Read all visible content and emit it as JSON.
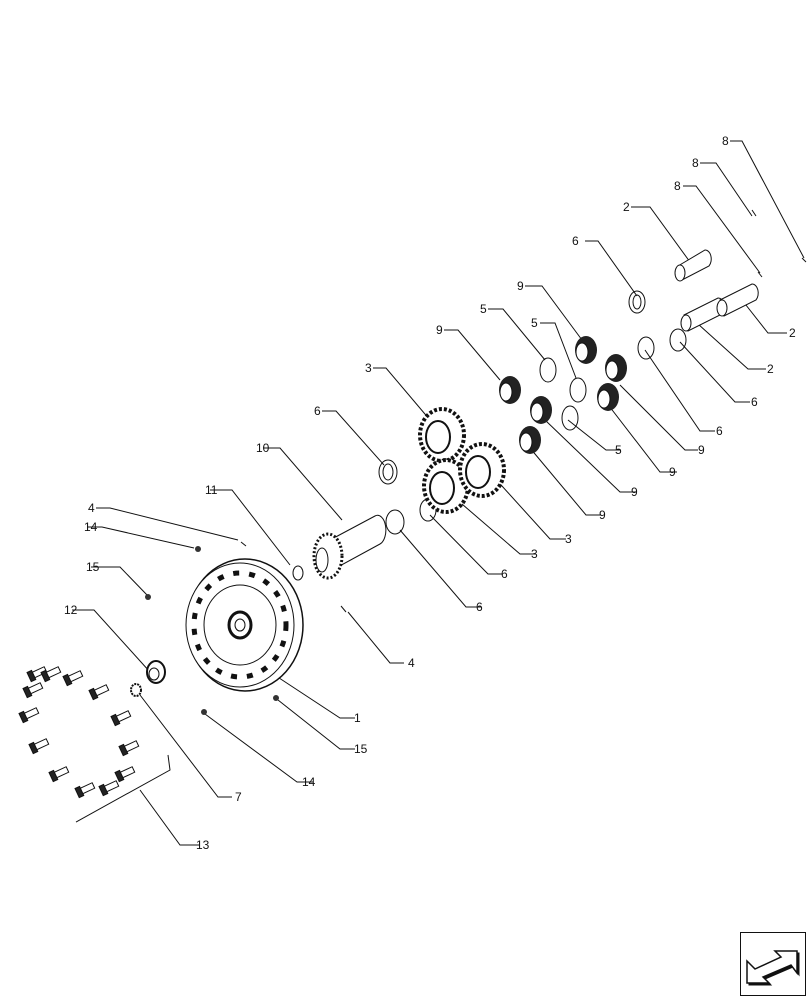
{
  "labels": {
    "l8a": "8",
    "l8b": "8",
    "l8c": "8",
    "l2a": "2",
    "l2b": "2",
    "l2c": "2",
    "l6a": "6",
    "l6b": "6",
    "l6c": "6",
    "l6d": "6",
    "l6e": "6",
    "l6f": "6",
    "l9a": "9",
    "l9b": "9",
    "l9c": "9",
    "l9d": "9",
    "l9e": "9",
    "l9f": "9",
    "l5a": "5",
    "l5b": "5",
    "l5c": "5",
    "l3a": "3",
    "l3b": "3",
    "l3c": "3",
    "l10": "10",
    "l11": "11",
    "l4a": "4",
    "l4b": "4",
    "l14a": "14",
    "l14b": "14",
    "l15a": "15",
    "l15b": "15",
    "l12": "12",
    "l1": "1",
    "l7": "7",
    "l13": "13"
  },
  "icons": {
    "nav": "return-arrow-icon"
  }
}
